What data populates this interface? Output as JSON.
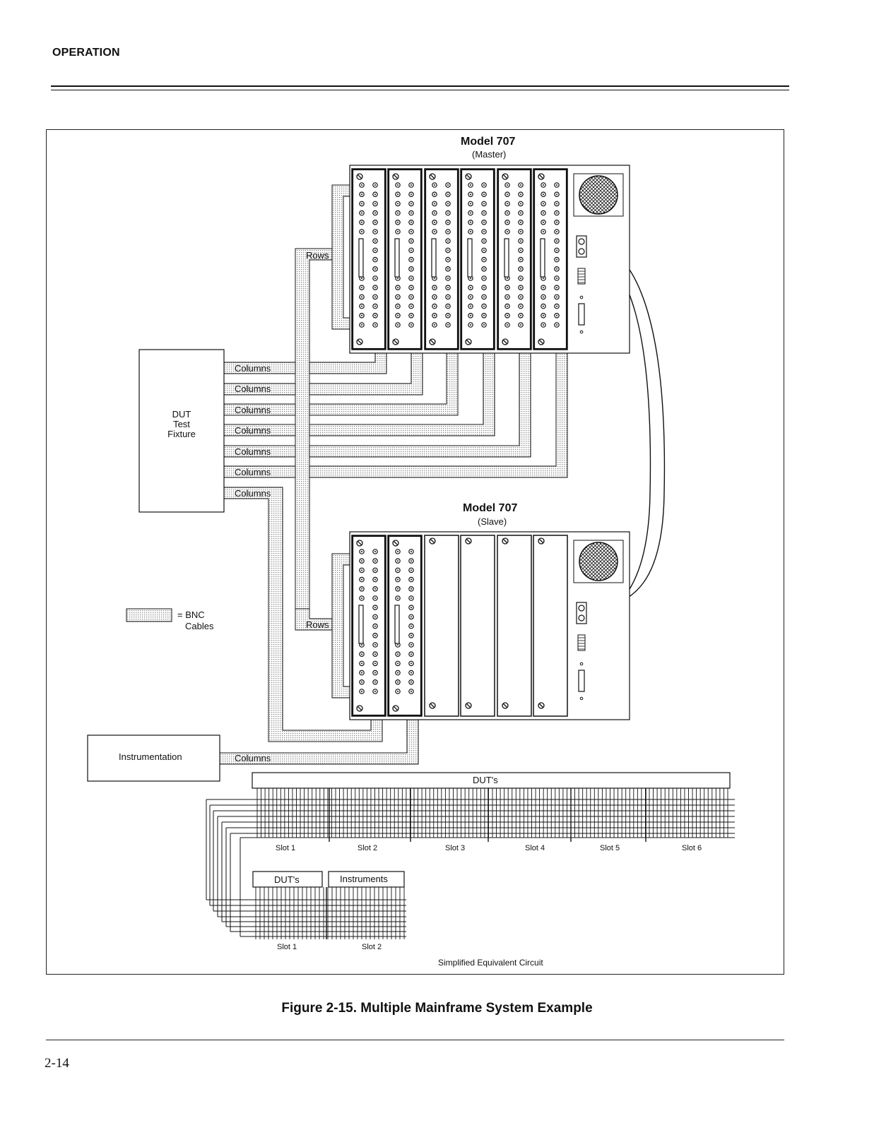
{
  "page": {
    "header": "OPERATION",
    "caption": "Figure 2-15. Multiple Mainframe System Example",
    "page_number": "2-14"
  },
  "diagram": {
    "master": {
      "title": "Model 707",
      "subtitle": "(Master)"
    },
    "slave": {
      "title": "Model 707",
      "subtitle": "(Slave)"
    },
    "dut_fixture": {
      "line1": "DUT",
      "line2": "Test",
      "line3": "Fixture"
    },
    "instrumentation": "Instrumentation",
    "columns_label": "Columns",
    "rows_label": "Rows",
    "legend": {
      "symbol_text": "= BNC",
      "line2": "Cables"
    },
    "equivalent": {
      "top_bar": "DUT's",
      "top_slots": [
        "Slot 1",
        "Slot 2",
        "Slot 3",
        "Slot 4",
        "Slot 5",
        "Slot 6"
      ],
      "bottom_dut": "DUT's",
      "bottom_instr": "Instruments",
      "bottom_slots": [
        "Slot 1",
        "Slot 2"
      ],
      "caption": "Simplified Equivalent Circuit"
    }
  }
}
